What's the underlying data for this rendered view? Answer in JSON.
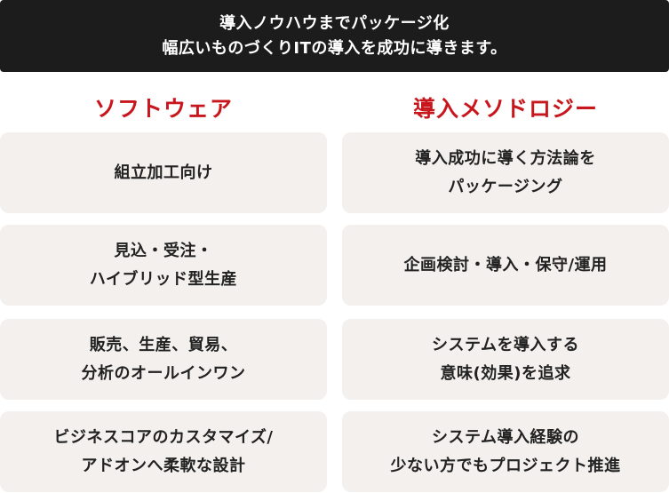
{
  "banner": {
    "line1": "導入ノウハウまでパッケージ化",
    "line2": "幅広いものづくりITの導入を成功に導きます。"
  },
  "left_column": {
    "heading": "ソフトウェア",
    "cards": [
      {
        "line1": "組立加工向け",
        "line2": ""
      },
      {
        "line1": "見込・受注・",
        "line2": "ハイブリッド型生産"
      },
      {
        "line1": "販売、生産、貿易、",
        "line2": "分析のオールインワン"
      },
      {
        "line1": "ビジネスコアのカスタマイズ/",
        "line2": "アドオンへ柔軟な設計"
      }
    ]
  },
  "right_column": {
    "heading": "導入メソドロジー",
    "cards": [
      {
        "line1": "導入成功に導く方法論を",
        "line2": "パッケージング"
      },
      {
        "line1": "企画検討・導入・保守/運用",
        "line2": ""
      },
      {
        "line1": "システムを導入する",
        "line2": "意味(効果)を追求"
      },
      {
        "line1": "システム導入経験の",
        "line2": "少ない方でもプロジェクト推進"
      }
    ]
  },
  "colors": {
    "banner_bg": "#1c1c1c",
    "heading_red": "#c8161d",
    "card_bg": "#f3f0ee"
  }
}
